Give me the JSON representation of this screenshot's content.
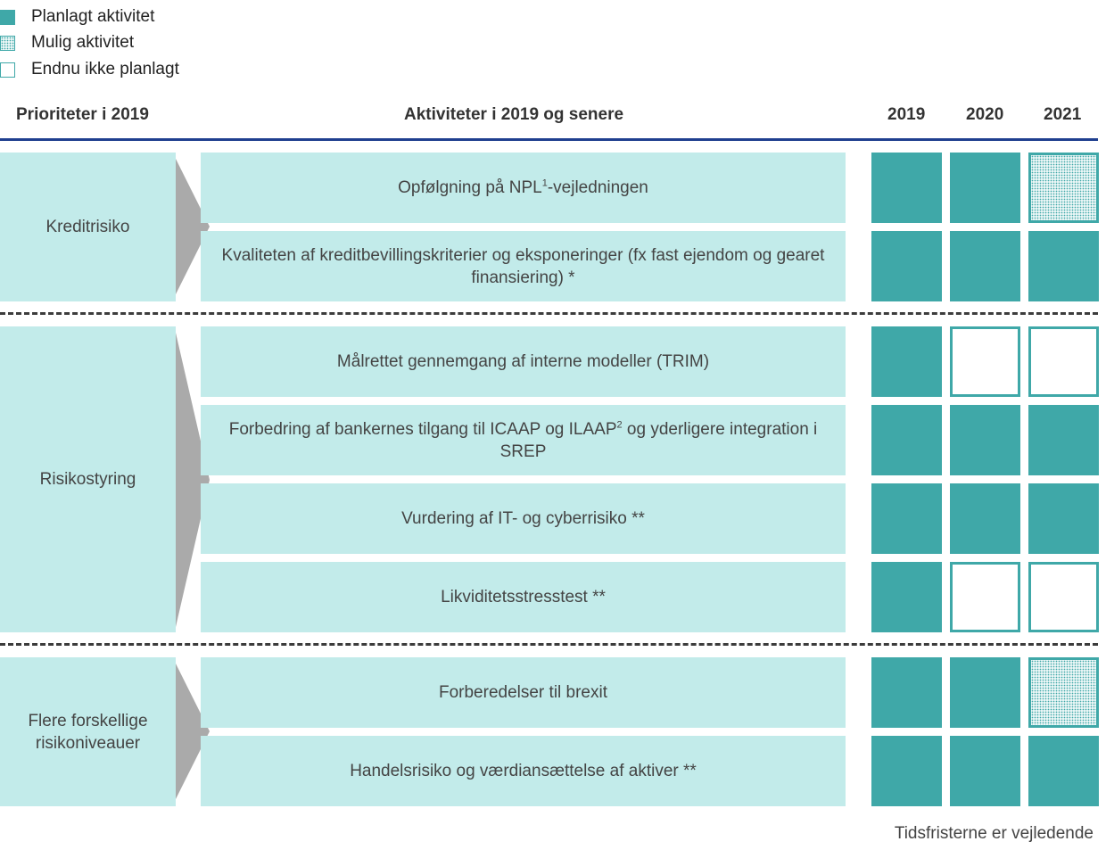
{
  "legend": [
    {
      "label": "Planlagt aktivitet",
      "type": "planned"
    },
    {
      "label": "Mulig aktivitet",
      "type": "possible"
    },
    {
      "label": "Endnu ikke planlagt",
      "type": "notyet"
    }
  ],
  "headers": {
    "priorities": "Prioriteter i 2019",
    "activities": "Aktiviteter i 2019 og senere",
    "years": [
      "2019",
      "2020",
      "2021"
    ]
  },
  "colors": {
    "planned": "#3fa8a8",
    "box_fill": "#c2ebea",
    "chevron": "#aaaaaa",
    "header_rule": "#1f3f8f"
  },
  "priorities": [
    {
      "label": "Kreditrisiko"
    },
    {
      "label": "Risikostyring"
    },
    {
      "label": "Flere forskellige risikoniveauer"
    }
  ],
  "activities": [
    {
      "pre": "Opfølgning på NPL",
      "sup": "1",
      "post": "-vejledningen",
      "status": [
        "planned",
        "planned",
        "possible"
      ]
    },
    {
      "pre": "Kvaliteten af kreditbevillingskriterier og eksponeringer (fx fast ejendom og gearet finansiering) *",
      "sup": "",
      "post": "",
      "status": [
        "planned",
        "planned",
        "planned"
      ]
    },
    {
      "pre": "Målrettet gennemgang af interne modeller (TRIM)",
      "sup": "",
      "post": "",
      "status": [
        "planned",
        "notyet",
        "notyet"
      ]
    },
    {
      "pre": "Forbedring af bankernes tilgang til ICAAP og ILAAP",
      "sup": "2",
      "post": " og yderligere integration i SREP",
      "status": [
        "planned",
        "planned",
        "planned"
      ]
    },
    {
      "pre": "Vurdering af IT- og cyberrisiko **",
      "sup": "",
      "post": "",
      "status": [
        "planned",
        "planned",
        "planned"
      ]
    },
    {
      "pre": "Likviditetsstresstest **",
      "sup": "",
      "post": "",
      "status": [
        "planned",
        "notyet",
        "notyet"
      ]
    },
    {
      "pre": "Forberedelser til brexit",
      "sup": "",
      "post": "",
      "status": [
        "planned",
        "planned",
        "possible"
      ]
    },
    {
      "pre": "Handelsrisiko og værdiansættelse af aktiver **",
      "sup": "",
      "post": "",
      "status": [
        "planned",
        "planned",
        "planned"
      ]
    }
  ],
  "footer": "Tidsfristerne er vejledende"
}
